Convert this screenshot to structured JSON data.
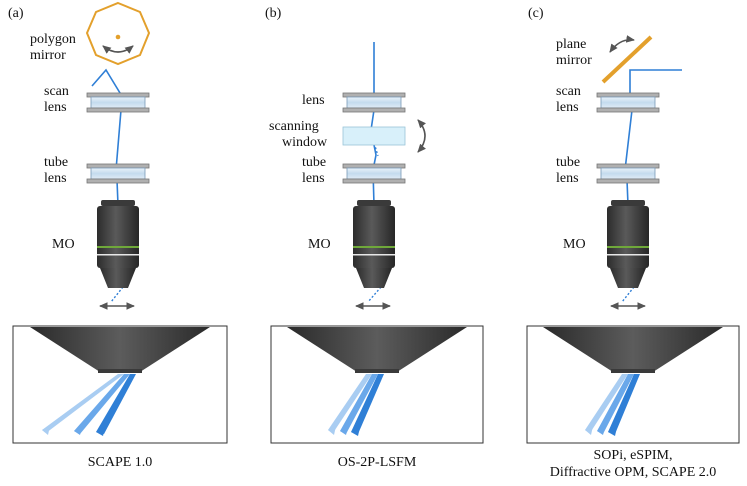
{
  "panels": [
    {
      "letter": "(a)",
      "labels": {
        "mirror_l1": "polygon",
        "mirror_l2": "mirror",
        "lens_l1": "scan",
        "lens_l2": "lens",
        "tube_l1": "tube",
        "tube_l2": "lens",
        "mo": "MO"
      },
      "caption": [
        "SCAPE 1.0"
      ]
    },
    {
      "letter": "(b)",
      "labels": {
        "lens": "lens",
        "window_l1": "scanning",
        "window_l2": "window",
        "tube_l1": "tube",
        "tube_l2": "lens",
        "mo": "MO"
      },
      "caption": [
        "OS-2P-LSFM"
      ]
    },
    {
      "letter": "(c)",
      "labels": {
        "mirror_l1": "plane",
        "mirror_l2": "mirror",
        "lens_l1": "scan",
        "lens_l2": "lens",
        "tube_l1": "tube",
        "tube_l2": "lens",
        "mo": "MO"
      },
      "caption": [
        "SOPi, eSPIM,",
        "Diffractive OPM, SCAPE 2.0"
      ]
    }
  ],
  "colors": {
    "mirror": "#e3a02c",
    "beam": "#2f7fd6",
    "lens_glass": "#c9def0",
    "lens_rim": "#8c8c8c",
    "objective": "#404040",
    "objective_band": "#6fa83a",
    "arrow": "#555555",
    "window": "#d8f0fa"
  }
}
